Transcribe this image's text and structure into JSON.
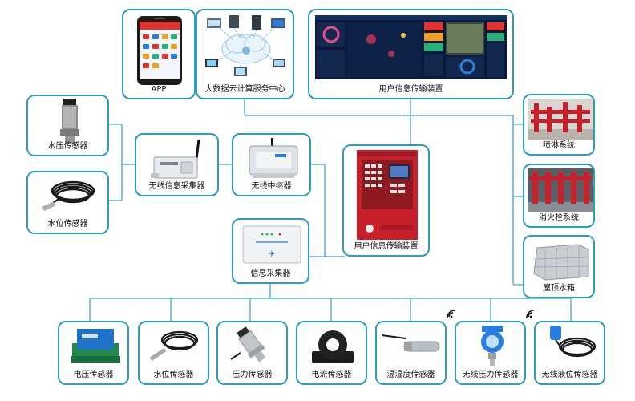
{
  "nodes": {
    "app": "APP",
    "cloud": "大数据云计算服务中心",
    "monitor": "用户信息传输装置",
    "water_pressure": "水压传感器",
    "water_level_left": "水位传感器",
    "wireless_collector": "无线信息采集器",
    "wireless_relay": "无线中继器",
    "user_device": "用户信息传输装置",
    "info_collector": "信息采集器",
    "sprinkler": "喷淋系统",
    "hydrant": "消火栓系统",
    "roof_tank": "屋顶水箱",
    "voltage": "电压传感器",
    "water_level_bottom": "水位传感器",
    "pressure": "压力传感器",
    "current": "电流传感器",
    "temp_humidity": "温湿度传感器",
    "wireless_pressure": "无线压力传感器",
    "wireless_level": "无线液位传感器"
  },
  "colors": {
    "border": "#2e9bbf",
    "line": "#3aa0c8",
    "panel_red": "#c8202a",
    "screen_dark": "#0b1a3a"
  },
  "icons": {
    "wireless": "wifi-icon",
    "cloud": "cloud-icon"
  }
}
